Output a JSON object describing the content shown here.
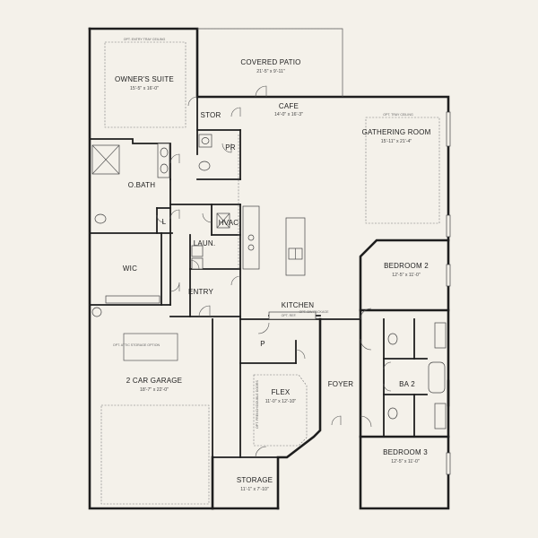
{
  "rooms": {
    "owners_suite": {
      "name": "OWNER'S SUITE",
      "dim": "15'-5\" x 16'-0\""
    },
    "covered_patio": {
      "name": "COVERED PATIO",
      "dim": "21'-5\" x 9'-11\""
    },
    "stor": {
      "name": "STOR"
    },
    "cafe": {
      "name": "CAFE",
      "dim": "14'-0\" x 16'-3\""
    },
    "gathering_room": {
      "name": "GATHERING ROOM",
      "dim": "15'-11\" x 21'-4\""
    },
    "pr": {
      "name": "PR"
    },
    "o_bath": {
      "name": "O.BATH"
    },
    "l": {
      "name": "L"
    },
    "hvac": {
      "name": "HVAC"
    },
    "laun": {
      "name": "LAUN."
    },
    "wic": {
      "name": "WIC"
    },
    "entry": {
      "name": "ENTRY"
    },
    "bedroom2": {
      "name": "BEDROOM 2",
      "dim": "12'-5\" x 11'-0\""
    },
    "kitchen": {
      "name": "KITCHEN"
    },
    "p": {
      "name": "P"
    },
    "garage": {
      "name": "2 CAR GARAGE",
      "dim": "18'-7\" x 22'-0\""
    },
    "flex": {
      "name": "FLEX",
      "dim": "11'-0\" x 12'-10\""
    },
    "foyer": {
      "name": "FOYER"
    },
    "ba2": {
      "name": "BA 2"
    },
    "bedroom3": {
      "name": "BEDROOM 3",
      "dim": "12'-5\" x 11'-0\""
    },
    "storage": {
      "name": "STORAGE",
      "dim": "11'-1\" x 7'-10\""
    }
  },
  "notes": {
    "owners_tray": "OPT. ENTRY TRAY CEILING",
    "gathering_tray": "OPT. TRAY CEILING",
    "flex_doors": "OPT. FRENCH/DOUBLE DOORS",
    "kitchen_opt1": "OPT. REF.",
    "kitchen_opt2": "OPT. DW PACKAGE",
    "garage_attic": "OPT. ATTIC STORAGE OPTION"
  }
}
